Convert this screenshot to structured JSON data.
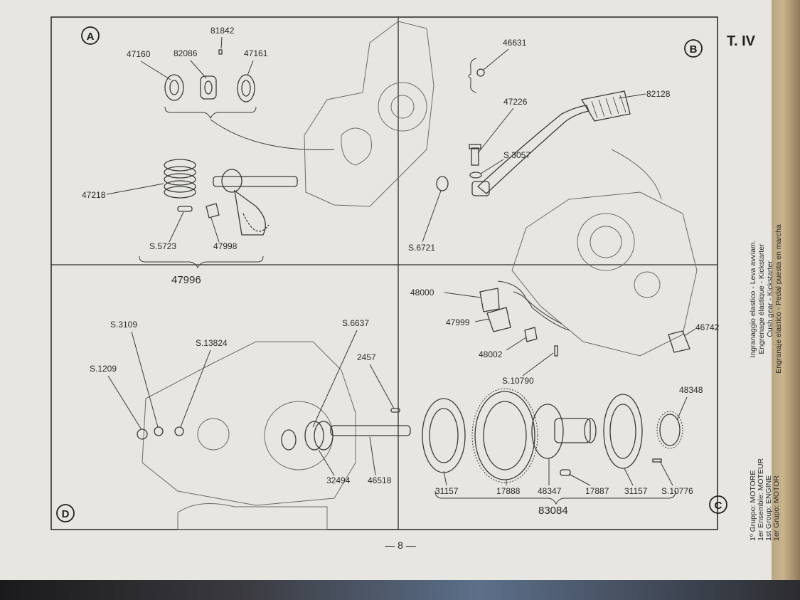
{
  "plate": "T. IV",
  "page_number": "— 8 —",
  "quadrants": {
    "a": "A",
    "b": "B",
    "c": "C",
    "d": "D"
  },
  "side_caption": [
    "1º Gruppo: MOTORE",
    "1er Ensemble: MOTEUR",
    "1st Group: ENGINE",
    "1er Grupo: MOTOR"
  ],
  "side_title": [
    "Ingranaggio elastico - Leva avviam.",
    "Engrenage élastique - Kickstarter",
    "Cush gear - Kickstarter",
    "Engranaje elastico - Pedal puesta en marcha"
  ],
  "labels": {
    "a": [
      "81842",
      "47160",
      "82086",
      "47161",
      "47218",
      "S.5723",
      "47998",
      "47996"
    ],
    "b": [
      "46631",
      "82128",
      "47226",
      "S.3057",
      "S.6721"
    ],
    "c": [
      "48000",
      "47999",
      "48002",
      "S.10790",
      "46742",
      "48348",
      "31157",
      "17888",
      "48347",
      "17887",
      "31157",
      "S.10776",
      "83084"
    ],
    "d": [
      "S.3109",
      "S.13824",
      "S.1209",
      "S.6637",
      "2457",
      "32494",
      "46518"
    ]
  }
}
